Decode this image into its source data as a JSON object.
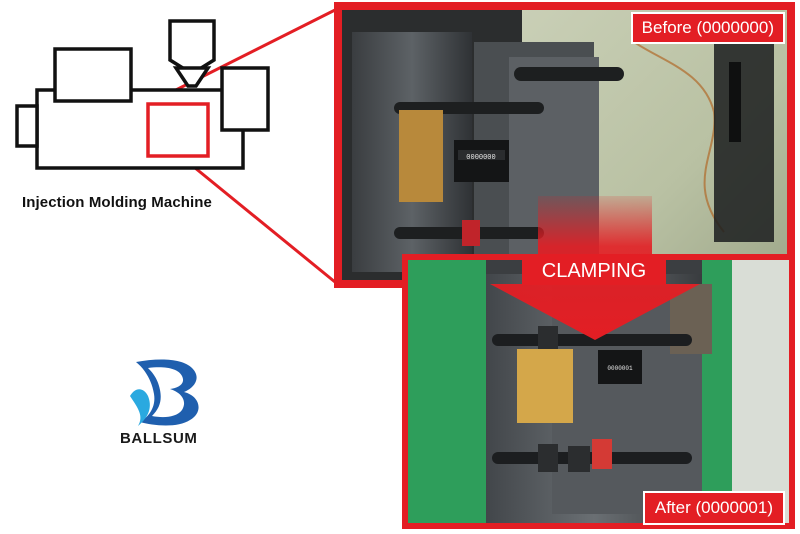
{
  "machine": {
    "caption": "Injection Molding Machine"
  },
  "photos": {
    "before_label": "Before (0000000)",
    "after_label": "After (0000001)",
    "arrow_label": "CLAMPING",
    "counter_before": "0000000",
    "counter_after": "0000001"
  },
  "logo": {
    "text": "BALLSUM"
  },
  "colors": {
    "accent_red": "#e31e24",
    "logo_blue": "#1f5fae",
    "mold_green": "#2e9e5b"
  },
  "icons": [
    "injection-molding-machine-diagram",
    "ballsum-logo-icon",
    "down-arrow-icon"
  ]
}
